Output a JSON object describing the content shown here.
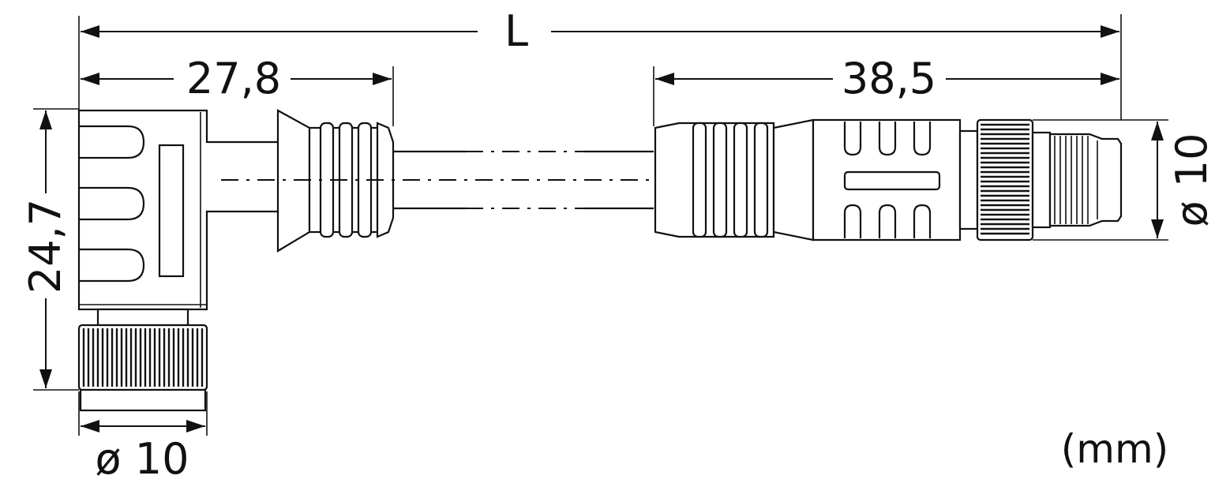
{
  "drawing": {
    "dimensions": {
      "overall_length": "L",
      "left_connector_length": "27,8",
      "right_connector_length": "38,5",
      "left_connector_height": "24,7",
      "left_nut_diameter": "ø 10",
      "right_nut_diameter": "ø 10"
    },
    "unit_label": "(mm)",
    "colors": {
      "line": "#111111",
      "background": "#ffffff"
    }
  }
}
